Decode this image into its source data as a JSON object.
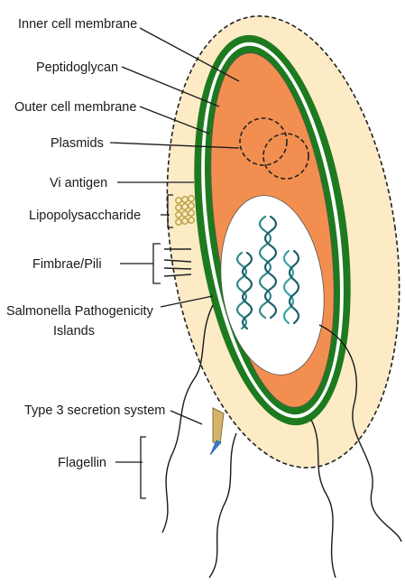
{
  "labels": {
    "inner_membrane": "Inner cell membrane",
    "peptidoglycan": "Peptidoglycan",
    "outer_membrane": "Outer cell membrane",
    "plasmids": "Plasmids",
    "vi_antigen": "Vi antigen",
    "lps": "Lipopolysaccharide",
    "fimbrae": "Fimbrae/Pili",
    "spi_line1": "Salmonella Pathogenicity",
    "spi_line2": "Islands",
    "t3ss": "Type 3 secretion system",
    "flagellin": "Flagellin"
  },
  "colors": {
    "capsule": "#fdebc6",
    "outer_membrane": "#1e7a1e",
    "periplasm": "#ffffff",
    "cytoplasm": "#f28f50",
    "nucleoid": "#ffffff",
    "dna": "#2e8b8b",
    "lps_bead": "#d4c46a",
    "t3ss": "#d4b46a",
    "t3ss_needle": "#3a7bd5"
  }
}
